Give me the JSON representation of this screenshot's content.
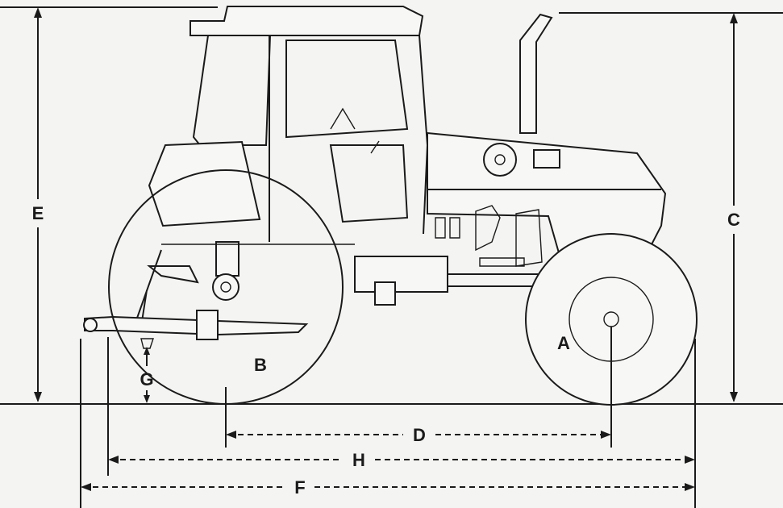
{
  "labels": {
    "A": "A",
    "B": "B",
    "C": "C",
    "D": "D",
    "E": "E",
    "F": "F",
    "G": "G",
    "H": "H"
  },
  "colors": {
    "ink": "#1a1a1a",
    "paper": "#f4f4f2"
  }
}
